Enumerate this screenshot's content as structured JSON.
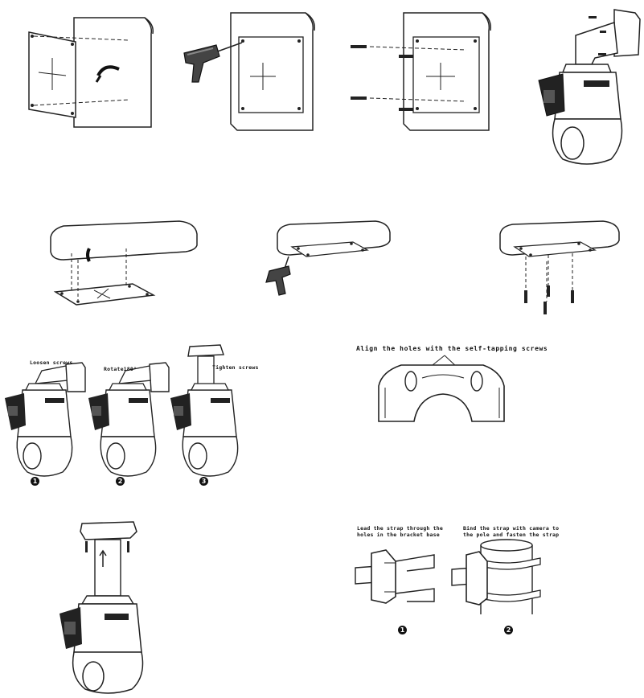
{
  "labels": {
    "loosen_screws": "Loosen screws",
    "rotate_180": "Rotate180°",
    "tighten_screws": "Tighten screws",
    "align_holes": "Align the holes with the self-tapping screws",
    "lead_strap_line1": "Lead the strap through the",
    "lead_strap_line2": "holes in the bracket base",
    "bind_strap_line1": "Bind the strap with camera to",
    "bind_strap_line2": "the pole and fasten the strap"
  },
  "step_numbers": {
    "a1": "1",
    "a2": "2",
    "a3": "3",
    "b1": "1",
    "b2": "2"
  },
  "colors": {
    "line": "#222222",
    "fill": "#ffffff",
    "dark": "#111111",
    "shade": "#cfcfcf"
  }
}
